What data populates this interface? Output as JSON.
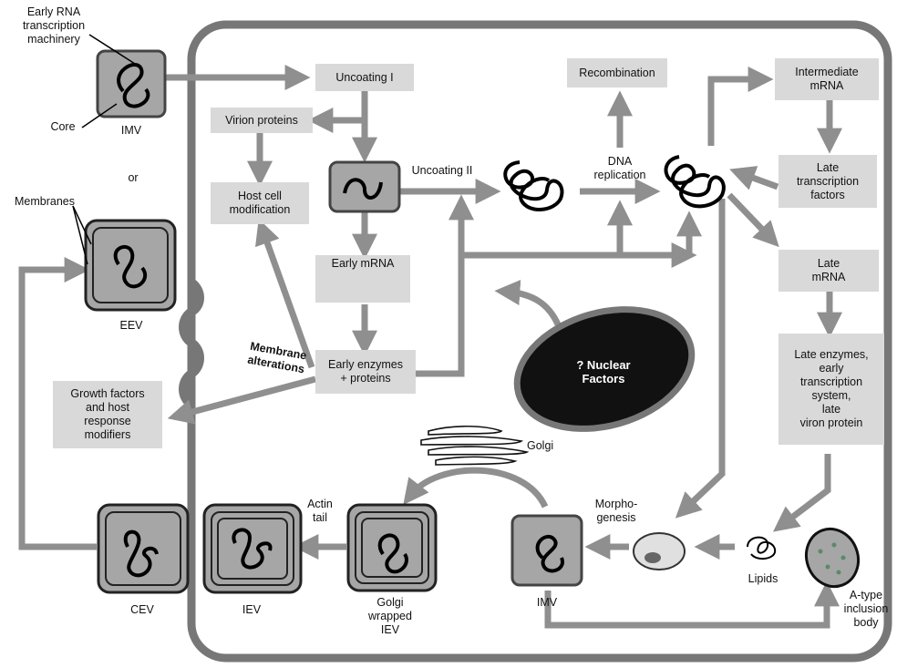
{
  "labels": {
    "early_rna_machinery": "Early RNA\ntranscription\nmachinery",
    "core": "Core",
    "imv_top": "IMV",
    "or": "or",
    "membranes": "Membranes",
    "eev": "EEV",
    "uncoating_1": "Uncoating I",
    "virion_proteins": "Virion proteins",
    "host_cell_modification": "Host cell\nmodification",
    "uncoating_2": "Uncoating II",
    "early_mrna": "Early mRNA",
    "early_enzymes": "Early enzymes\n+ proteins",
    "membrane_alterations": "Membrane\nalterations",
    "growth_factors": "Growth factors\nand host\nresponse\nmodifiers",
    "recombination": "Recombination",
    "dna_replication": "DNA\nreplication",
    "intermediate_mrna": "Intermediate\nmRNA",
    "late_transcription_factors": "Late\ntranscription\nfactors",
    "late_mrna": "Late\nmRNA",
    "late_enzymes": "Late enzymes,\nearly\ntranscription\nsystem,\nlate\nviron protein",
    "nuclear_factors": "? Nuclear\nFactors",
    "golgi": "Golgi",
    "actin_tail": "Actin\ntail",
    "morphogenesis": "Morpho-\ngenesis",
    "lipids": "Lipids",
    "a_type_inclusion": "A-type\ninclusion\nbody",
    "cev": "CEV",
    "iev": "IEV",
    "golgi_wrapped_iev": "Golgi\nwrapped\nIEV",
    "imv_bottom": "IMV"
  },
  "colors": {
    "arrow": "#8f8f8f",
    "box": "#d9d9d9",
    "cell_border": "#777777",
    "nucleus": "#111111",
    "virion_fill": "#a6a6a6",
    "strand": "#000000"
  }
}
